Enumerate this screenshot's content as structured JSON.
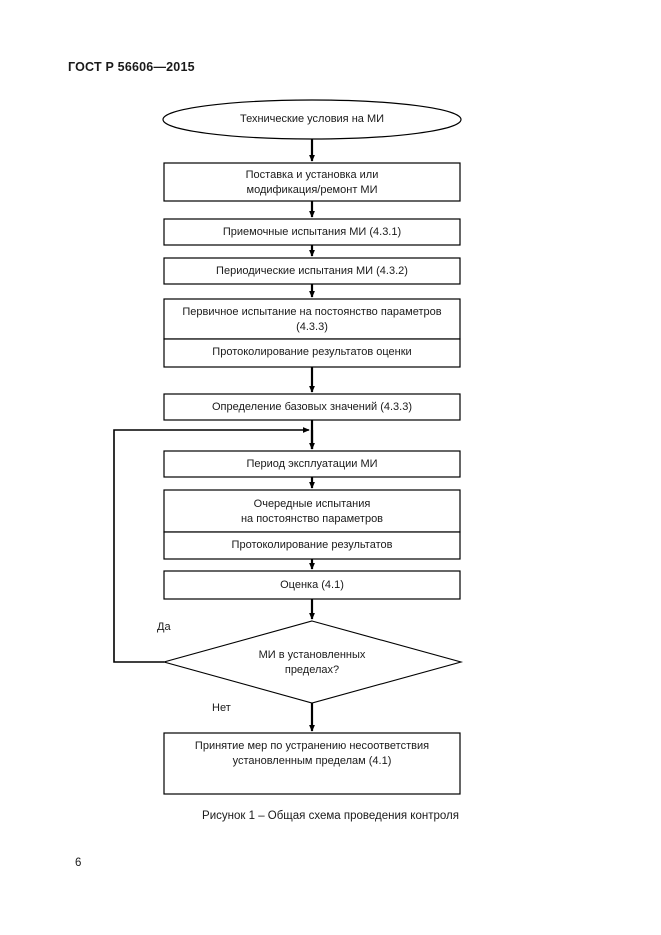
{
  "document": {
    "standard_header": "ГОСТ Р 56606—2015",
    "page_number": "6",
    "figure_caption": "Рисунок 1 – Общая схема проведения контроля"
  },
  "flowchart": {
    "title": "Общая схема проведения контроля",
    "nodes": [
      {
        "id": "n1",
        "shape": "ellipse",
        "label": "Технические условия на МИ"
      },
      {
        "id": "n2",
        "shape": "process",
        "label": "Поставка и установка или\nмодификация/ремонт МИ"
      },
      {
        "id": "n3",
        "shape": "process",
        "label": "Приемочные испытания МИ (4.3.1)"
      },
      {
        "id": "n4",
        "shape": "process",
        "label": "Периодические испытания МИ (4.3.2)"
      },
      {
        "id": "n5a",
        "shape": "process",
        "label": "Первичное испытание на постоянство параметров\n(4.3.3)"
      },
      {
        "id": "n5b",
        "shape": "process",
        "label": "Протоколирование результатов оценки"
      },
      {
        "id": "n6",
        "shape": "process",
        "label": "Определение базовых значений (4.3.3)"
      },
      {
        "id": "n7",
        "shape": "process",
        "label": "Период эксплуатации МИ"
      },
      {
        "id": "n8a",
        "shape": "process",
        "label": "Очередные испытания\nна постоянство параметров"
      },
      {
        "id": "n8b",
        "shape": "process",
        "label": "Протоколирование результатов"
      },
      {
        "id": "n9",
        "shape": "process",
        "label": "Оценка (4.1)"
      },
      {
        "id": "n10",
        "shape": "decision",
        "label": "МИ в установленных\nпределах?"
      },
      {
        "id": "n11",
        "shape": "process",
        "label": "Принятие мер по устранению несоответствия\nустановленным пределам (4.1)"
      }
    ],
    "edge_labels": {
      "yes": "Да",
      "no": "Нет"
    },
    "colors": {
      "stroke": "#000000",
      "fill": "#ffffff",
      "text": "#1a1a1a"
    }
  }
}
